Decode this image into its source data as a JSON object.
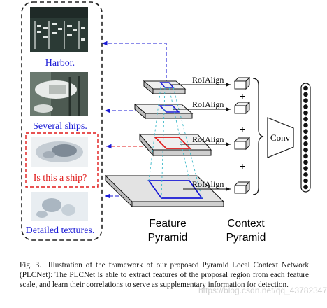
{
  "left_panel": {
    "labels": {
      "harbor": "Harbor.",
      "several_ships": "Several ships.",
      "is_this_a_ship": "Is this a ship?",
      "detailed_textures": "Detailed textures."
    }
  },
  "roialign_label": "RoIAlign",
  "plus_symbol": "+",
  "conv_label": "Conv",
  "feature_pyramid": {
    "line1": "Feature",
    "line2": "Pyramid"
  },
  "context_pyramid": {
    "line1": "Context",
    "line2": "Pyramid"
  },
  "caption": {
    "fig_label": "Fig. 3.",
    "text": "Illustration of the framework of our proposed Pyramid Local Context Network (PLCNet): The PLCNet is able to extract features of the proposal region from each feature scale, and learn their correlations to serve as supplementary information for detection."
  },
  "watermark": "https://blog.csdn.net/qq_43782347",
  "colors": {
    "blue": "#1a1ad6",
    "red": "#e01a1a"
  }
}
